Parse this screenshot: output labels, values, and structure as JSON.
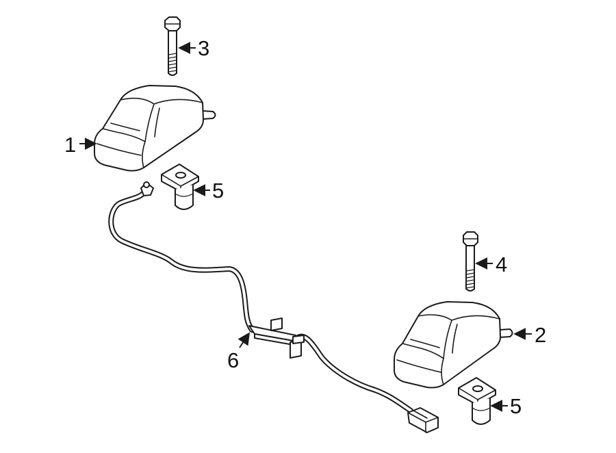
{
  "callouts": {
    "c1": "1",
    "c2": "2",
    "c3": "3",
    "c4": "4",
    "c5a": "5",
    "c5b": "5",
    "c6": "6"
  },
  "colors": {
    "line": "#1a1a1a",
    "background": "#ffffff"
  }
}
